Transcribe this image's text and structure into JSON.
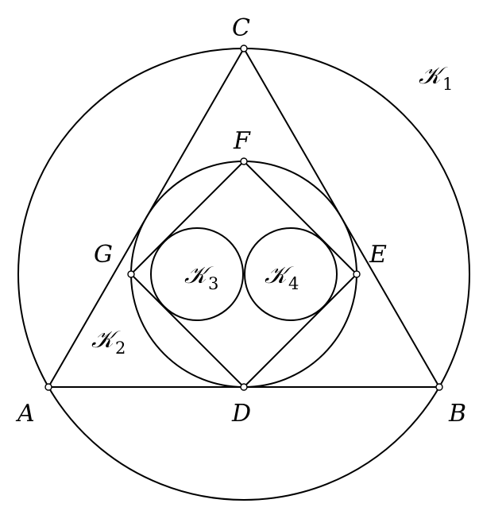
{
  "figure": {
    "points": {
      "A": "A",
      "B": "B",
      "C": "C",
      "D": "D",
      "E": "E",
      "F": "F",
      "G": "G"
    },
    "circles": {
      "k1": {
        "letter": "𝒦",
        "index": "1"
      },
      "k2": {
        "letter": "𝒦",
        "index": "2"
      },
      "k3": {
        "letter": "𝒦",
        "index": "3"
      },
      "k4": {
        "letter": "𝒦",
        "index": "4"
      }
    }
  }
}
